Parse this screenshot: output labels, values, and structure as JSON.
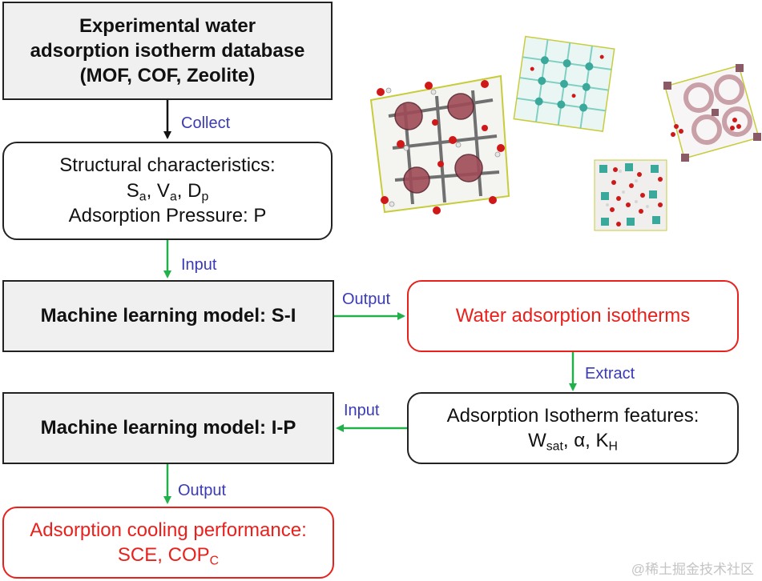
{
  "boxes": {
    "database": {
      "line1": "Experimental water",
      "line2": "adsorption isotherm database",
      "line3": "(MOF, COF, Zeolite)"
    },
    "structural": {
      "line1": "Structural characteristics:",
      "sa_main": "S",
      "sa_sub": "a",
      "sep1": ", ",
      "va_main": "V",
      "va_sub": "a",
      "sep2": ", ",
      "dp_main": "D",
      "dp_sub": "p",
      "line3": "Adsorption Pressure: P"
    },
    "model_si": {
      "text": "Machine learning model: S-I"
    },
    "isotherms": {
      "text": "Water adsorption isotherms"
    },
    "features": {
      "line1": "Adsorption Isotherm features:",
      "w_main": "W",
      "w_sub": "sat",
      "rest_a": ", α, ",
      "k_main": "K",
      "k_sub": "H"
    },
    "model_ip": {
      "text": "Machine learning model: I-P"
    },
    "cooling": {
      "line1": "Adsorption cooling performance:",
      "line2_main": "SCE, COP",
      "line2_sub": "C"
    }
  },
  "arrows": {
    "collect": "Collect",
    "input1": "Input",
    "output1": "Output",
    "extract": "Extract",
    "input2": "Input",
    "output2": "Output"
  },
  "watermark": "@稀土掘金技术社区",
  "colors": {
    "accent_red": "#e8211d",
    "arrow_green": "#22b04b",
    "arrow_black": "#111111",
    "label_blue": "#3a3ab8",
    "box_fill": "#f0f0f0"
  }
}
